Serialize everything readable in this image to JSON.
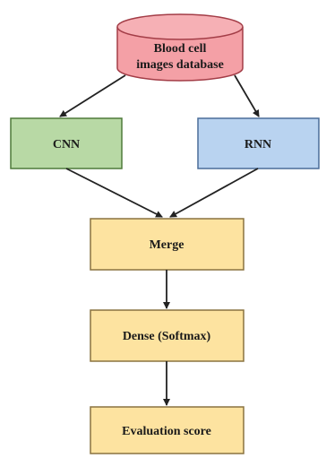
{
  "diagram": {
    "database": {
      "line1": "Blood cell",
      "line2": "images database",
      "fill": "#f4a0a6",
      "stroke": "#a33d47"
    },
    "cnn": {
      "label": "CNN",
      "fill": "#b8d9a5",
      "stroke": "#4f7a3a"
    },
    "rnn": {
      "label": "RNN",
      "fill": "#b9d3f0",
      "stroke": "#4a6d99"
    },
    "merge": {
      "label": "Merge",
      "fill": "#fde3a0",
      "stroke": "#8a7340"
    },
    "dense": {
      "label": "Dense (Softmax)",
      "fill": "#fde3a0",
      "stroke": "#8a7340"
    },
    "evaluation": {
      "label": "Evaluation score",
      "fill": "#fde3a0",
      "stroke": "#8a7340"
    },
    "arrow_color": "#222222"
  }
}
